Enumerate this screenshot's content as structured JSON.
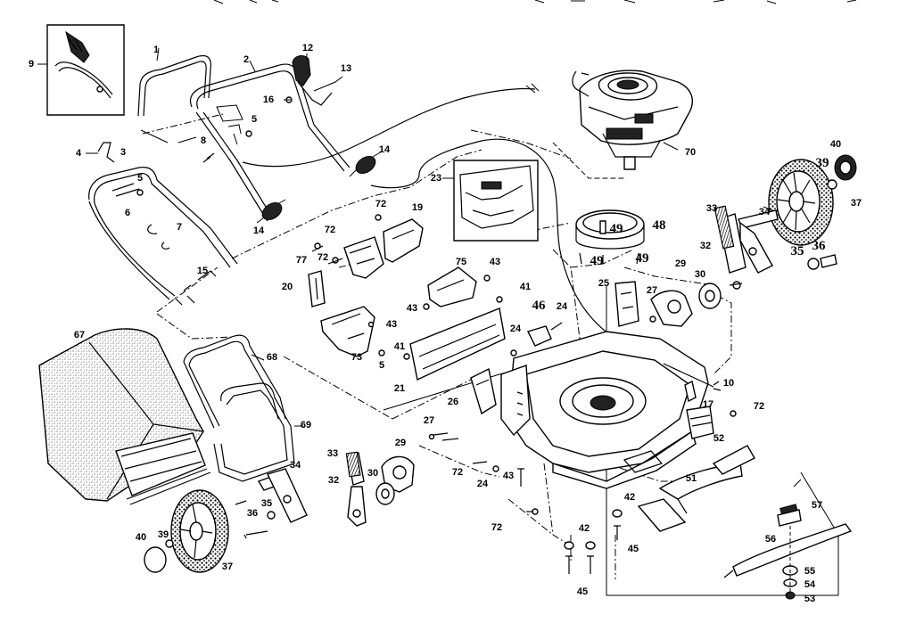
{
  "callouts": [
    {
      "id": "c9",
      "text": "9"
    },
    {
      "id": "c1",
      "text": "1"
    },
    {
      "id": "c2",
      "text": "2"
    },
    {
      "id": "c12",
      "text": "12"
    },
    {
      "id": "c13",
      "text": "13"
    },
    {
      "id": "c16",
      "text": "16"
    },
    {
      "id": "c5a",
      "text": "5"
    },
    {
      "id": "c8",
      "text": "8"
    },
    {
      "id": "c4",
      "text": "4"
    },
    {
      "id": "c3",
      "text": "3"
    },
    {
      "id": "c5b",
      "text": "5"
    },
    {
      "id": "c6",
      "text": "6"
    },
    {
      "id": "c7",
      "text": "7"
    },
    {
      "id": "c14a",
      "text": "14"
    },
    {
      "id": "c14b",
      "text": "14"
    },
    {
      "id": "c15",
      "text": "15"
    },
    {
      "id": "c70",
      "text": "70"
    },
    {
      "id": "c40a",
      "text": "40"
    },
    {
      "id": "c39a",
      "text": "39"
    },
    {
      "id": "c37a",
      "text": "37"
    },
    {
      "id": "c23",
      "text": "23"
    },
    {
      "id": "c48",
      "text": "48"
    },
    {
      "id": "c49a",
      "text": "49"
    },
    {
      "id": "c49b",
      "text": "49"
    },
    {
      "id": "c49c",
      "text": "49"
    },
    {
      "id": "c33a",
      "text": "33"
    },
    {
      "id": "c34a",
      "text": "34"
    },
    {
      "id": "c32a",
      "text": "32"
    },
    {
      "id": "c35a",
      "text": "35"
    },
    {
      "id": "c36a",
      "text": "36"
    },
    {
      "id": "c72a",
      "text": "72"
    },
    {
      "id": "c19",
      "text": "19"
    },
    {
      "id": "c72b",
      "text": "72"
    },
    {
      "id": "c77",
      "text": "77"
    },
    {
      "id": "c72c",
      "text": "72"
    },
    {
      "id": "c75",
      "text": "75"
    },
    {
      "id": "c43a",
      "text": "43"
    },
    {
      "id": "c29a",
      "text": "29"
    },
    {
      "id": "c30a",
      "text": "30"
    },
    {
      "id": "c20",
      "text": "20"
    },
    {
      "id": "c41a",
      "text": "41"
    },
    {
      "id": "c43b",
      "text": "43"
    },
    {
      "id": "c25",
      "text": "25"
    },
    {
      "id": "c27a",
      "text": "27"
    },
    {
      "id": "c46",
      "text": "46"
    },
    {
      "id": "c24a",
      "text": "24"
    },
    {
      "id": "c43c",
      "text": "43"
    },
    {
      "id": "c24b",
      "text": "24"
    },
    {
      "id": "c41b",
      "text": "41"
    },
    {
      "id": "c73",
      "text": "73"
    },
    {
      "id": "c5c",
      "text": "5"
    },
    {
      "id": "c67",
      "text": "67"
    },
    {
      "id": "c68",
      "text": "68"
    },
    {
      "id": "c21",
      "text": "21"
    },
    {
      "id": "c10",
      "text": "10"
    },
    {
      "id": "c26",
      "text": "26"
    },
    {
      "id": "c17",
      "text": "17"
    },
    {
      "id": "c72d",
      "text": "72"
    },
    {
      "id": "c69",
      "text": "69"
    },
    {
      "id": "c27b",
      "text": "27"
    },
    {
      "id": "c52",
      "text": "52"
    },
    {
      "id": "c29b",
      "text": "29"
    },
    {
      "id": "c33b",
      "text": "33"
    },
    {
      "id": "c30b",
      "text": "30"
    },
    {
      "id": "c34b",
      "text": "34"
    },
    {
      "id": "c72e",
      "text": "72"
    },
    {
      "id": "c24c",
      "text": "24"
    },
    {
      "id": "c43d",
      "text": "43"
    },
    {
      "id": "c51",
      "text": "51"
    },
    {
      "id": "c32b",
      "text": "32"
    },
    {
      "id": "c35b",
      "text": "35"
    },
    {
      "id": "c36b",
      "text": "36"
    },
    {
      "id": "c42a",
      "text": "42"
    },
    {
      "id": "c72f",
      "text": "72"
    },
    {
      "id": "c57",
      "text": "57"
    },
    {
      "id": "c45a",
      "text": "45"
    },
    {
      "id": "c40b",
      "text": "40"
    },
    {
      "id": "c39b",
      "text": "39"
    },
    {
      "id": "c42b",
      "text": "42"
    },
    {
      "id": "c56",
      "text": "56"
    },
    {
      "id": "c37b",
      "text": "37"
    },
    {
      "id": "c55",
      "text": "55"
    },
    {
      "id": "c45b",
      "text": "45"
    },
    {
      "id": "c54",
      "text": "54"
    },
    {
      "id": "c53",
      "text": "53"
    }
  ]
}
